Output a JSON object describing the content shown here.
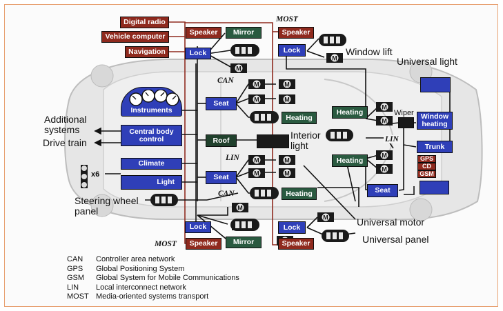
{
  "diagram": {
    "source_boxes": [
      "Digital radio",
      "Vehicle computer",
      "Navigation"
    ],
    "center_column": {
      "instruments": "Instruments",
      "central_body_control": "Central body control",
      "climate": "Climate",
      "light": "Light"
    },
    "front_left": {
      "speaker": "Speaker",
      "mirror": "Mirror",
      "lock": "Lock",
      "seat": "Seat",
      "heating": "Heating"
    },
    "front_right": {
      "speaker": "Speaker",
      "lock": "Lock"
    },
    "roof": "Roof",
    "rear_left": {
      "seat": "Seat",
      "heating": "Heating",
      "lock": "Lock",
      "speaker": "Speaker",
      "mirror": "Mirror"
    },
    "rear_right": {
      "lock": "Lock",
      "speaker": "Speaker"
    },
    "right_section": {
      "heating_upper": "Heating",
      "heating_lower": "Heating",
      "wiper": "Wiper",
      "window_heating": "Window heating",
      "trunk": "Trunk",
      "gps": "GPS",
      "cd": "CD",
      "gsm": "GSM",
      "seat": "Seat"
    },
    "bus_labels": {
      "most_top": "MOST",
      "can_upper": "CAN",
      "lin_middle": "LIN",
      "lin_right": "LIN",
      "can_lower": "CAN",
      "most_bottom": "MOST"
    },
    "callouts": {
      "window_lift": "Window lift",
      "universal_light": "Universal light",
      "additional_systems": "Additional systems",
      "drive_train": "Drive train",
      "interior_light": "Interior light",
      "steering_wheel_panel": "Steering wheel panel",
      "universal_motor": "Universal motor",
      "universal_panel": "Universal panel",
      "motor_multiplier": "x6"
    },
    "motor_symbol": "M"
  },
  "legend": [
    {
      "abbr": "CAN",
      "meaning": "Controller area network"
    },
    {
      "abbr": "GPS",
      "meaning": "Global Positioning System"
    },
    {
      "abbr": "GSM",
      "meaning": "Global System for Mobile Communications"
    },
    {
      "abbr": "LIN",
      "meaning": "Local interconnect network"
    },
    {
      "abbr": "MOST",
      "meaning": "Media-oriented systems transport"
    }
  ],
  "colors": {
    "red_box": "#8f2a1e",
    "blue_box": "#2f3fb8",
    "green_box": "#2a5a40",
    "wire": "#111111",
    "most_wire": "#8f2a1e",
    "frame_border": "#e8a070"
  }
}
